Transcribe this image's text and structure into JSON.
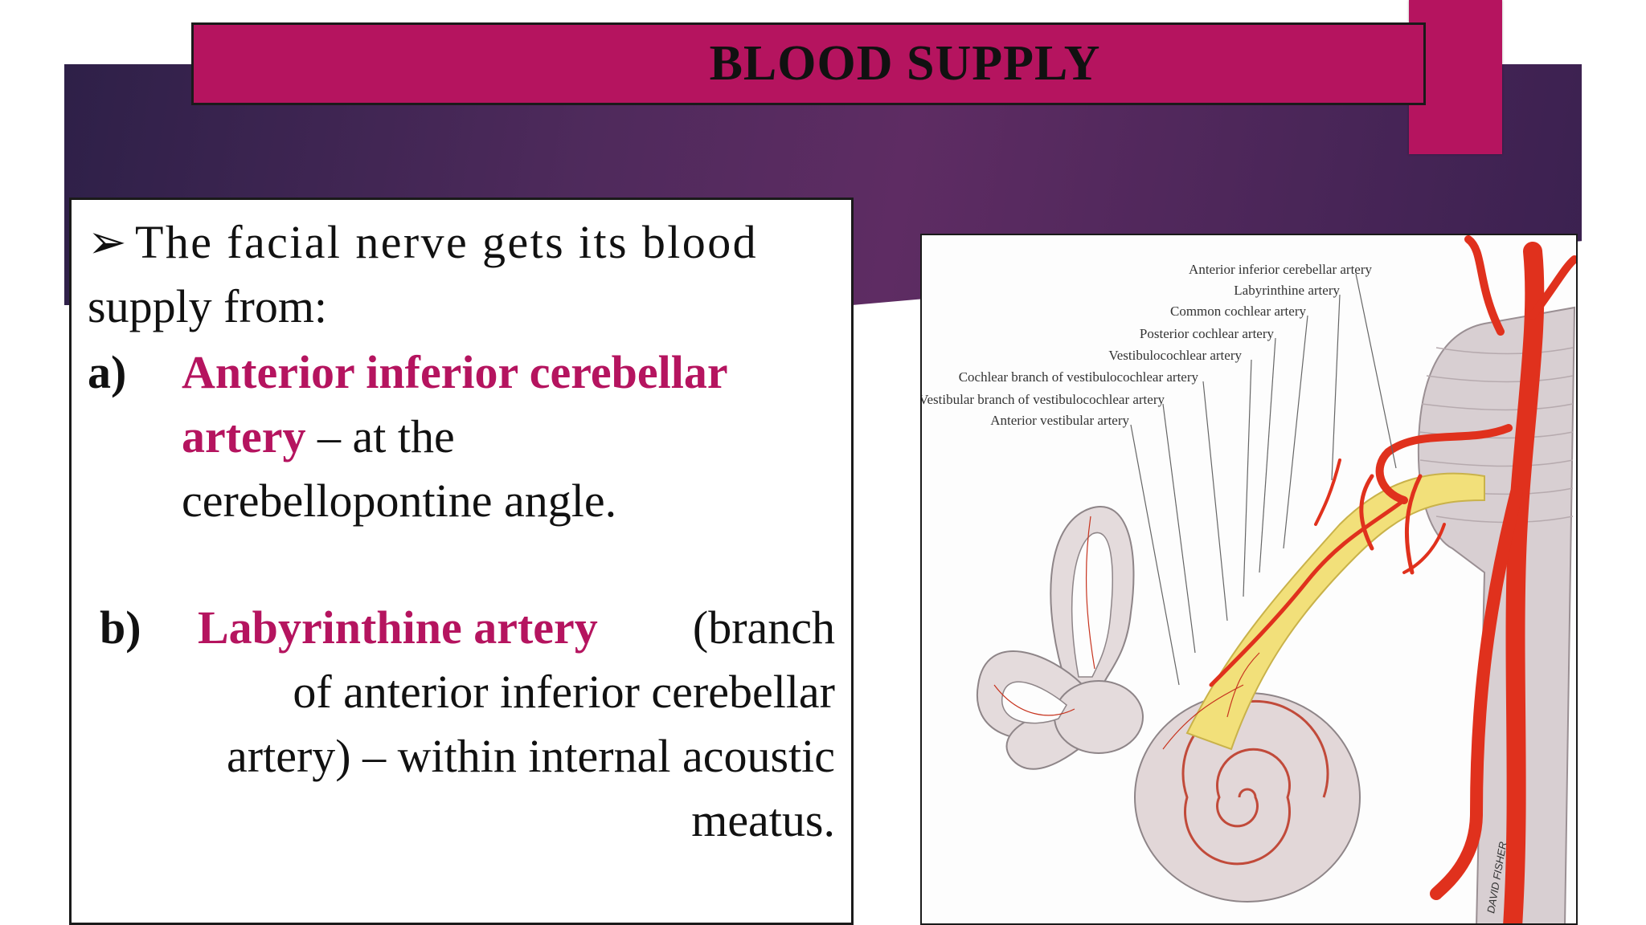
{
  "slide": {
    "title": "BLOOD SUPPLY",
    "intro_line1": "The facial nerve gets its blood",
    "intro_line2": "supply from:",
    "item_a": {
      "marker": "a)",
      "highlight_1": "Anterior inferior cerebellar",
      "highlight_2": "artery",
      "rest_2": " – at the",
      "line3": "cerebellopontine angle."
    },
    "item_b": {
      "marker": "b)",
      "highlight": "Labyrinthine artery",
      "rest_1": "(branch",
      "line2": "of anterior inferior cerebellar",
      "line3": "artery) – within internal acoustic",
      "line4": "meatus."
    }
  },
  "figure": {
    "labels": [
      "Anterior inferior cerebellar artery",
      "Labyrinthine artery",
      "Common cochlear artery",
      "Posterior cochlear artery",
      "Vestibulocochlear artery",
      "Cochlear branch of vestibulocochlear artery",
      "Vestibular branch of vestibulocochlear artery",
      "Anterior vestibular artery"
    ],
    "signature": "DAVID FISHER"
  },
  "colors": {
    "accent": "#b5145f",
    "banner": "#4f2a5c",
    "artery": "#e0311d",
    "nerve": "#f2e07a"
  }
}
